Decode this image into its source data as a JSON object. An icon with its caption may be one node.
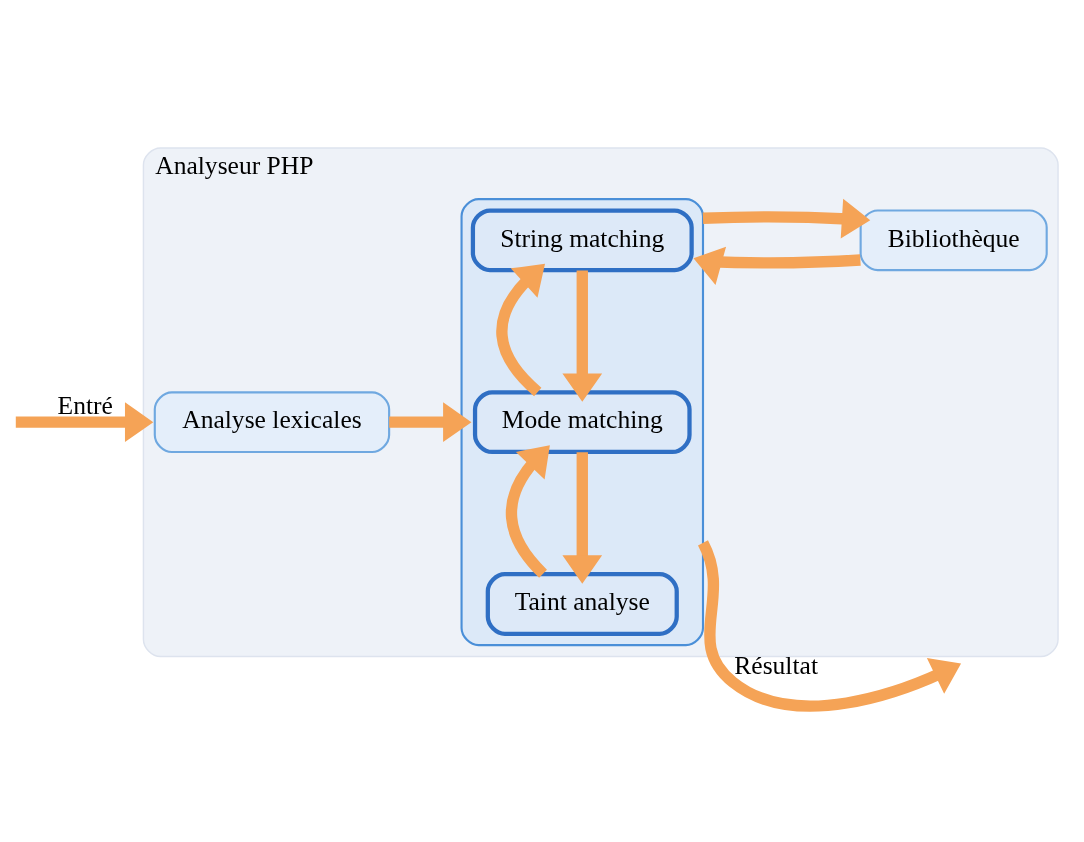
{
  "diagram": {
    "nodes": [
      {
        "text": [
          "Analyseur PHP"
        ]
      },
      {
        "text": [
          "Analyse lexicales"
        ],
        "in": 0
      },
      {
        "text": [],
        "shape": "box",
        "in": 0
      },
      {
        "text": [
          "Taint analyse"
        ],
        "in": 2
      },
      {
        "text": [
          "Mode matching"
        ],
        "in": 2
      },
      {
        "text": [
          "String matching"
        ],
        "in": 2
      },
      {
        "text": [
          "Bibliothèque"
        ],
        "in": 0
      }
    ],
    "edges": [
      {
        "from": null,
        "to": 0,
        "arrow": "to",
        "label": "Entré"
      },
      {
        "from": 1,
        "to": 2,
        "arrow": "to"
      },
      {
        "from": 4,
        "to": 3,
        "arrow": "to"
      },
      {
        "from": 3,
        "to": 4,
        "arrow": "to"
      },
      {
        "from": 5,
        "to": 4,
        "arrow": "to"
      },
      {
        "from": 4,
        "to": 5,
        "arrow": "to"
      },
      {
        "from": 6,
        "to": 2,
        "arrow": "to"
      },
      {
        "from": 2,
        "to": 6,
        "arrow": "to"
      },
      {
        "from": 2,
        "to": null,
        "arrow": "to",
        "label": "Résultat"
      }
    ]
  }
}
